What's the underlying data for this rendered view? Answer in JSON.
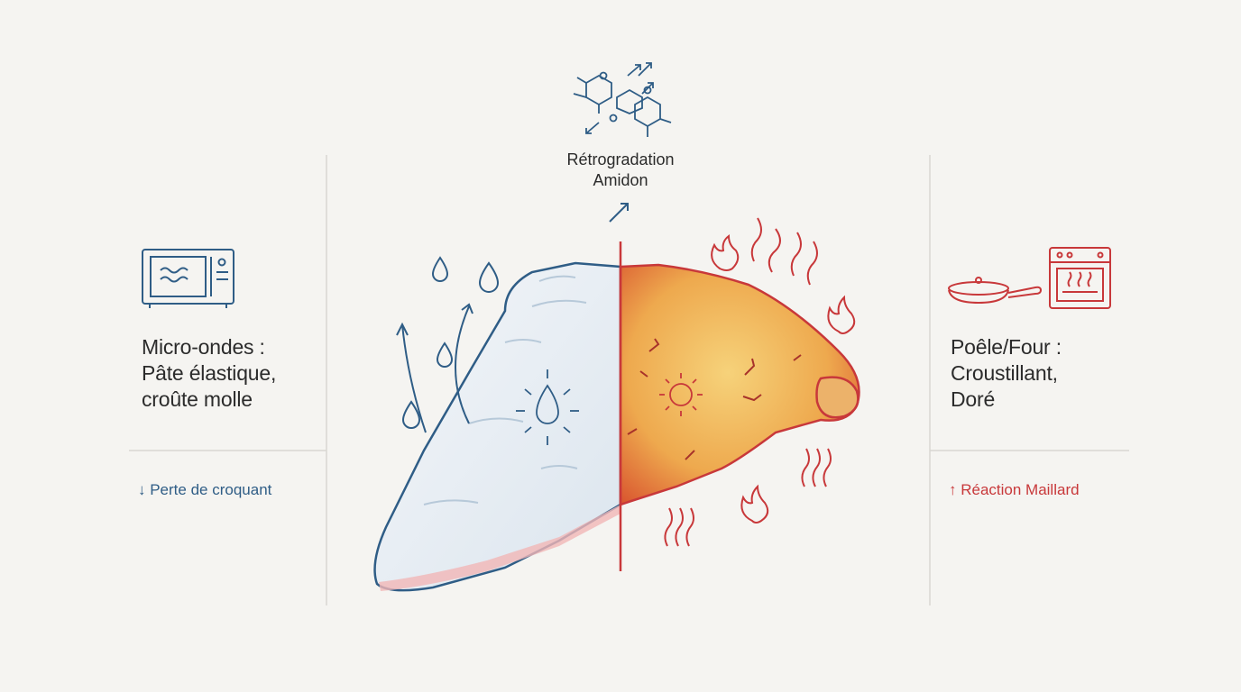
{
  "left": {
    "title": "Micro-ondes :\nPâte élastique,\ncroûte molle",
    "effect": "↓ Perte de croquant",
    "icon": "microwave-icon"
  },
  "right": {
    "title": "Poêle/Four :\nCroustillant,\nDoré",
    "effect": "↑ Réaction Maillard",
    "icons": [
      "frying-pan-icon",
      "oven-icon"
    ]
  },
  "center": {
    "label": "Rétrogradation\nAmidon",
    "icon": "starch-molecule-icon"
  },
  "colors": {
    "cold": "#2f5d86",
    "hot": "#c8383a",
    "text": "#2b2b2b",
    "divider": "#d9d7d2",
    "background": "#f5f4f1"
  }
}
